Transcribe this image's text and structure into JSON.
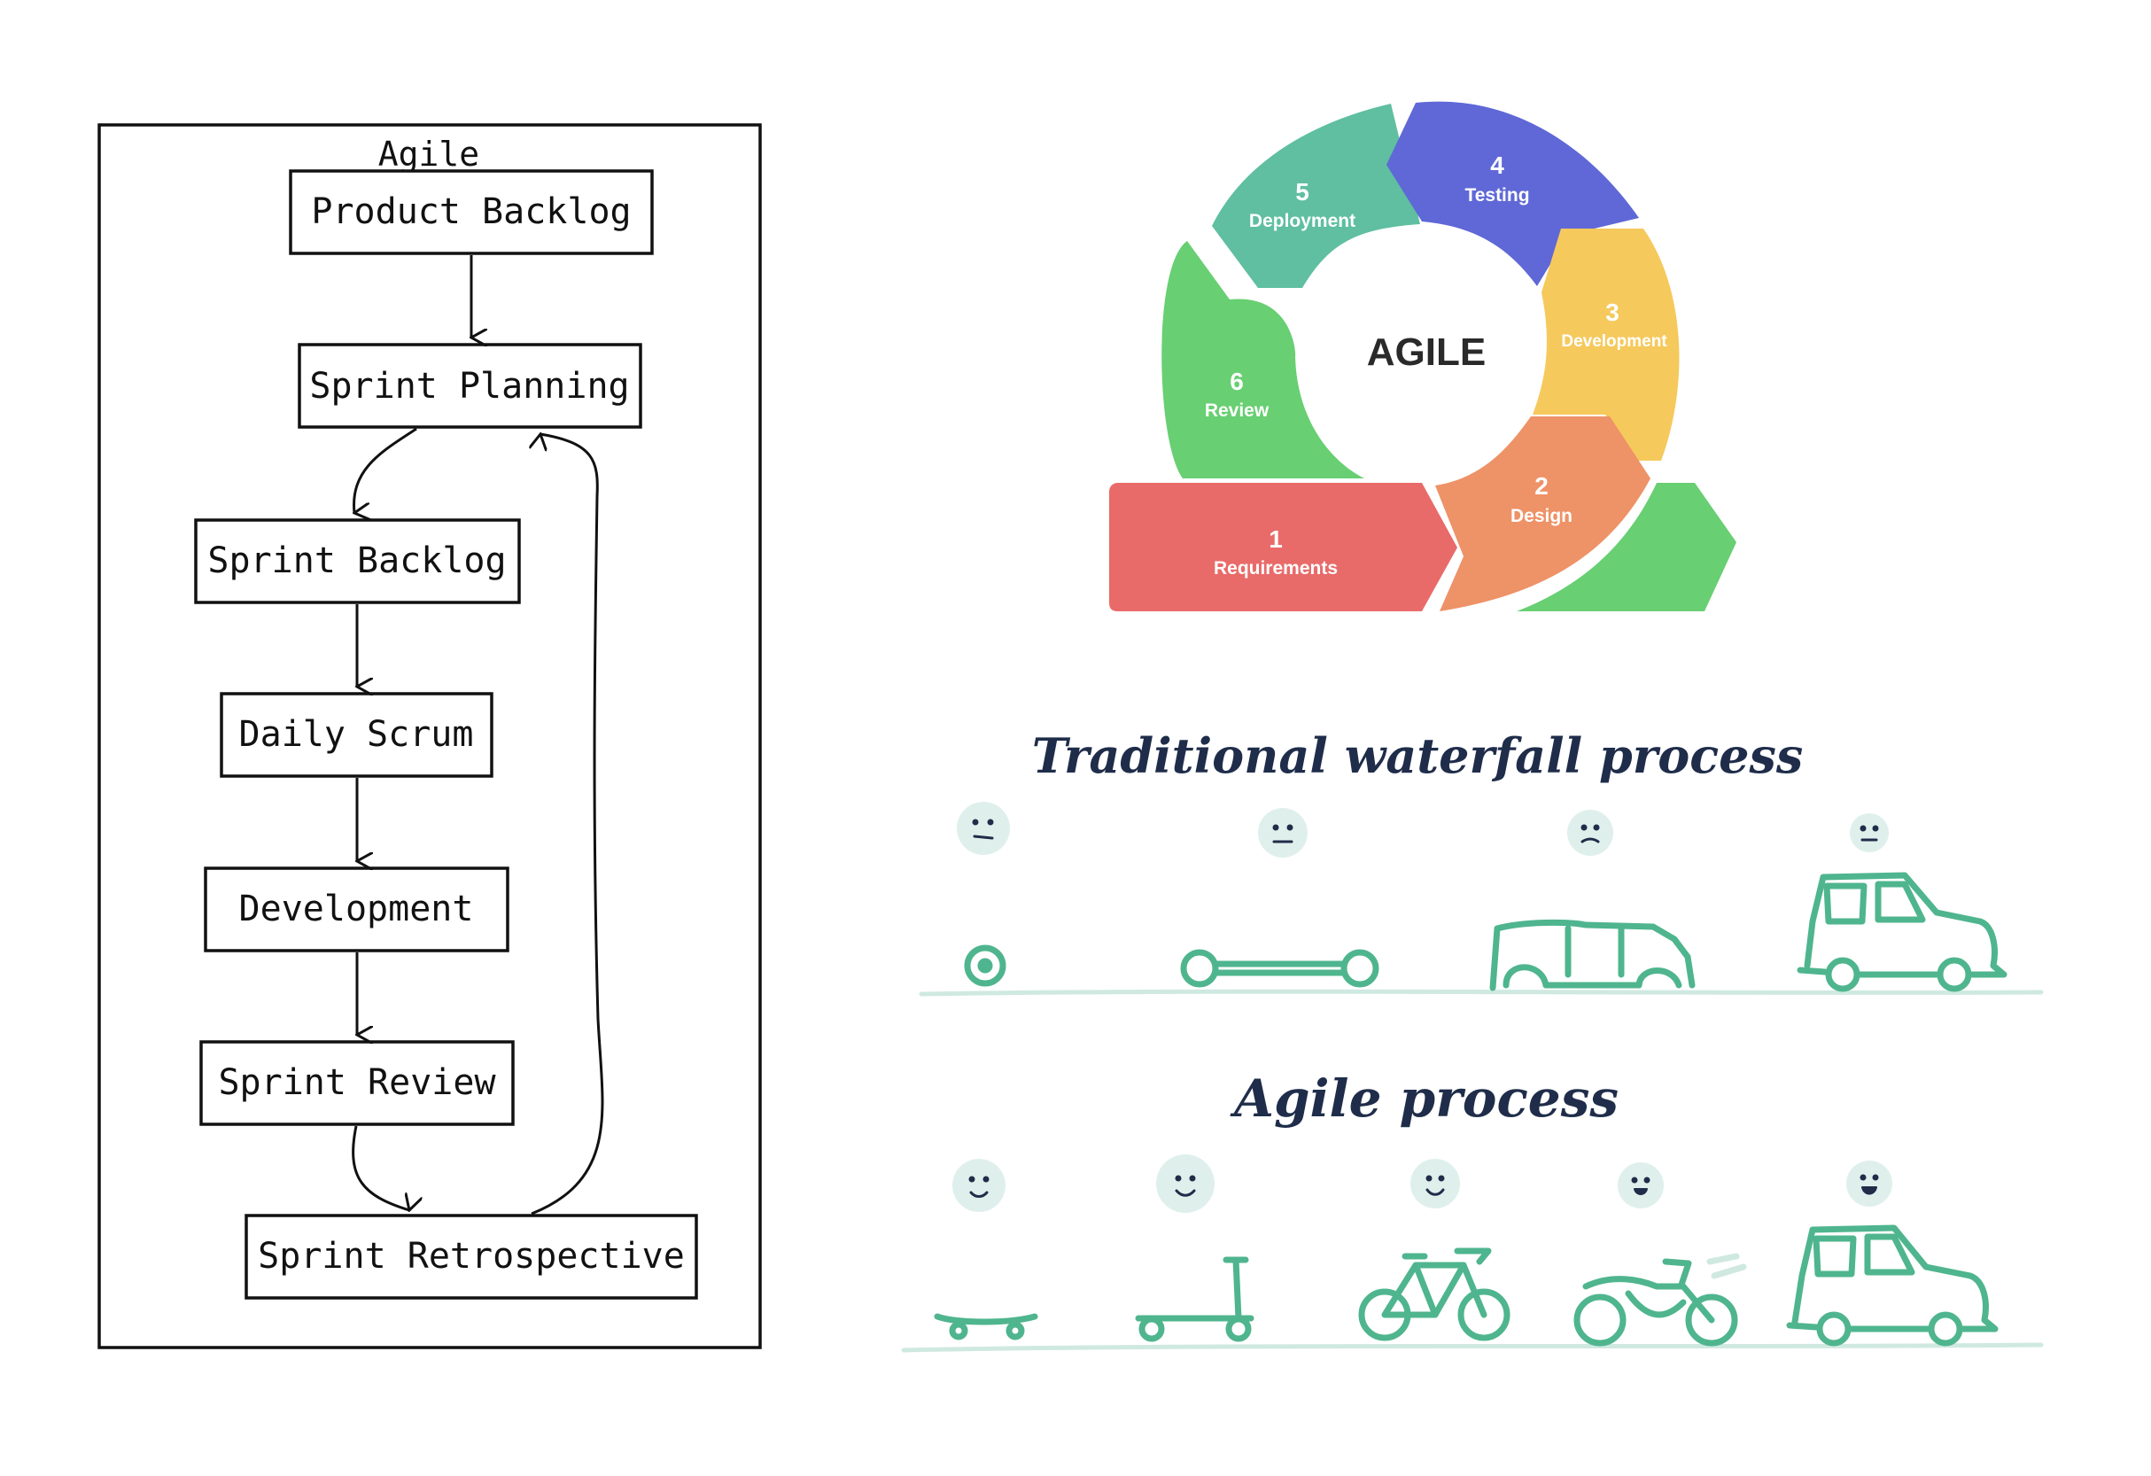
{
  "flowchart": {
    "title": "Agile",
    "steps": [
      {
        "id": "product-backlog",
        "label": "Product Backlog"
      },
      {
        "id": "sprint-planning",
        "label": "Sprint Planning"
      },
      {
        "id": "sprint-backlog",
        "label": "Sprint Backlog"
      },
      {
        "id": "daily-scrum",
        "label": "Daily Scrum"
      },
      {
        "id": "development",
        "label": "Development"
      },
      {
        "id": "sprint-review",
        "label": "Sprint Review"
      },
      {
        "id": "sprint-retrospective",
        "label": "Sprint Retrospective"
      }
    ]
  },
  "cycle": {
    "center_label": "AGILE",
    "segments": [
      {
        "number": "1",
        "label": "Requirements",
        "color": "#e86b69"
      },
      {
        "number": "2",
        "label": "Design",
        "color": "#ee9267"
      },
      {
        "number": "3",
        "label": "Development",
        "color": "#f5c95c"
      },
      {
        "number": "4",
        "label": "Testing",
        "color": "#5f68d6"
      },
      {
        "number": "5",
        "label": "Deployment",
        "color": "#5fbfa0"
      },
      {
        "number": "6",
        "label": "Review",
        "color": "#68cf72"
      }
    ]
  },
  "comparison": {
    "waterfall_title": "Traditional waterfall process",
    "agile_title": "Agile process",
    "ink_color": "#1f2d4a",
    "drawing_color": "#4fb58e",
    "face_color": "#dff0ec",
    "waterfall_stages": [
      "wheel-icon",
      "chassis-icon",
      "car-body-icon",
      "car-icon"
    ],
    "agile_stages": [
      "skateboard-icon",
      "scooter-icon",
      "bicycle-icon",
      "motorcycle-icon",
      "car-icon"
    ]
  }
}
